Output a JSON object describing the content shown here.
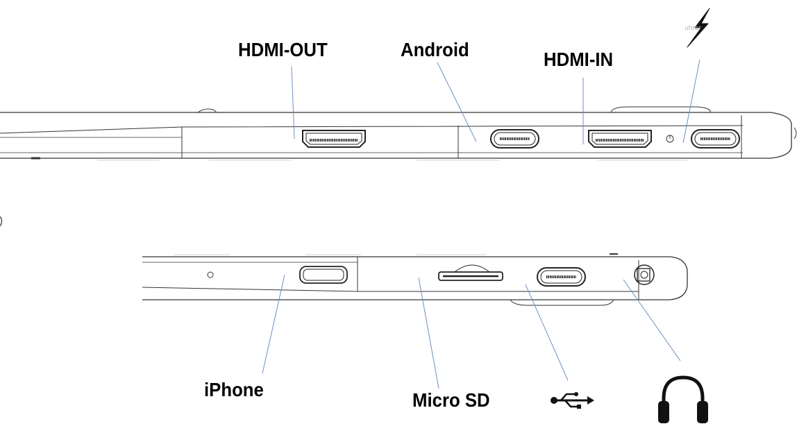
{
  "labels": {
    "hdmi_out": "HDMI-OUT",
    "android": "Android",
    "hdmi_in": "HDMI-IN",
    "iphone": "iPhone",
    "micro_sd": "Micro SD"
  },
  "watermark": "uhtor",
  "icons": {
    "power": "lightning-bolt",
    "usb": "usb-symbol",
    "audio": "headphones"
  },
  "colors": {
    "device_outline": "#333333",
    "leader_line": "#6d8fc4",
    "label": "#000000"
  }
}
